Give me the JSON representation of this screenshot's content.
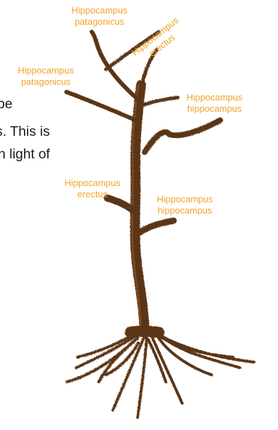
{
  "background_text": [
    " be",
    "s. This is",
    "n light of"
  ],
  "labels": [
    {
      "line1": "Hippocampus",
      "line2": "patagonicus"
    },
    {
      "line1": "Hippocampus",
      "line2": "erectus"
    },
    {
      "line1": "Hippocampus",
      "line2": "patagonicus"
    },
    {
      "line1": "Hippocampus",
      "line2": "hippocampus"
    },
    {
      "line1": "Hippocampus",
      "line2": "erectus"
    },
    {
      "line1": "Hippocampus",
      "line2": "hippocampus"
    }
  ],
  "colors": {
    "trunk": "#5a3413",
    "trunk_light": "#8a5a30",
    "label": "#f0a32b",
    "text": "#1a1a1a"
  }
}
